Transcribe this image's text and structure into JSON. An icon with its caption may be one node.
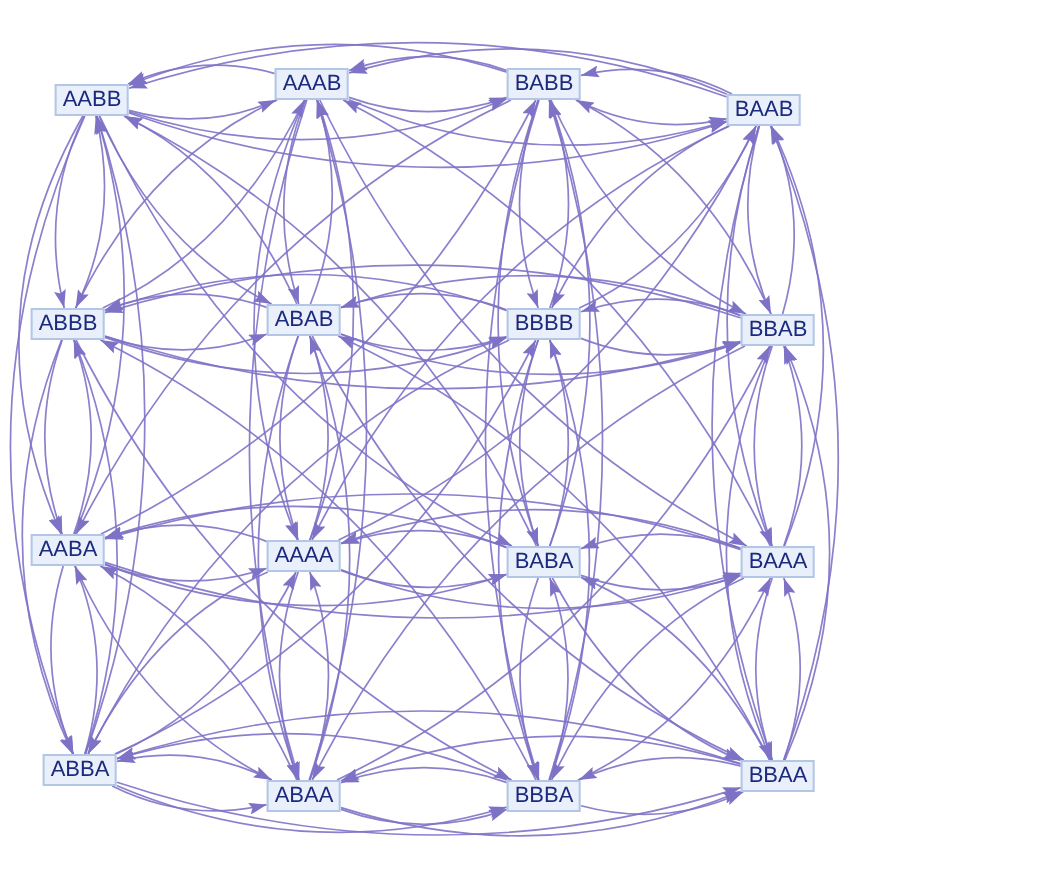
{
  "diagram": {
    "nodes": [
      {
        "text": [
          "AABB"
        ]
      },
      {
        "text": [
          "AAAB"
        ]
      },
      {
        "text": [
          "BABB"
        ]
      },
      {
        "text": [
          "BAAB"
        ]
      },
      {
        "text": [
          "ABBB"
        ]
      },
      {
        "text": [
          "ABAB"
        ]
      },
      {
        "text": [
          "BBBB"
        ]
      },
      {
        "text": [
          "BBAB"
        ]
      },
      {
        "text": [
          "AABA"
        ]
      },
      {
        "text": [
          "AAAA"
        ]
      },
      {
        "text": [
          "BABA"
        ]
      },
      {
        "text": [
          "BAAA"
        ]
      },
      {
        "text": [
          "ABBA"
        ]
      },
      {
        "text": [
          "ABAA"
        ]
      },
      {
        "text": [
          "BBBA"
        ]
      },
      {
        "text": [
          "BBAA"
        ]
      }
    ],
    "edges": [
      {
        "from": 0,
        "to": 1,
        "arrow": "to"
      },
      {
        "from": 0,
        "to": 2,
        "arrow": "to"
      },
      {
        "from": 0,
        "to": 3,
        "arrow": "to"
      },
      {
        "from": 0,
        "to": 4,
        "arrow": "to"
      },
      {
        "from": 0,
        "to": 8,
        "arrow": "to"
      },
      {
        "from": 0,
        "to": 12,
        "arrow": "to"
      },
      {
        "from": 0,
        "to": 5,
        "arrow": "to"
      },
      {
        "from": 0,
        "to": 10,
        "arrow": "to"
      },
      {
        "from": 1,
        "to": 0,
        "arrow": "to"
      },
      {
        "from": 1,
        "to": 3,
        "arrow": "to"
      },
      {
        "from": 1,
        "to": 2,
        "arrow": "to"
      },
      {
        "from": 1,
        "to": 5,
        "arrow": "to"
      },
      {
        "from": 1,
        "to": 9,
        "arrow": "to"
      },
      {
        "from": 1,
        "to": 13,
        "arrow": "to"
      },
      {
        "from": 1,
        "to": 4,
        "arrow": "to"
      },
      {
        "from": 1,
        "to": 11,
        "arrow": "to"
      },
      {
        "from": 2,
        "to": 3,
        "arrow": "to"
      },
      {
        "from": 2,
        "to": 0,
        "arrow": "to"
      },
      {
        "from": 2,
        "to": 1,
        "arrow": "to"
      },
      {
        "from": 2,
        "to": 6,
        "arrow": "to"
      },
      {
        "from": 2,
        "to": 10,
        "arrow": "to"
      },
      {
        "from": 2,
        "to": 14,
        "arrow": "to"
      },
      {
        "from": 2,
        "to": 7,
        "arrow": "to"
      },
      {
        "from": 2,
        "to": 8,
        "arrow": "to"
      },
      {
        "from": 3,
        "to": 2,
        "arrow": "to"
      },
      {
        "from": 3,
        "to": 1,
        "arrow": "to"
      },
      {
        "from": 3,
        "to": 0,
        "arrow": "to"
      },
      {
        "from": 3,
        "to": 7,
        "arrow": "to"
      },
      {
        "from": 3,
        "to": 11,
        "arrow": "to"
      },
      {
        "from": 3,
        "to": 15,
        "arrow": "to"
      },
      {
        "from": 3,
        "to": 6,
        "arrow": "to"
      },
      {
        "from": 3,
        "to": 9,
        "arrow": "to"
      },
      {
        "from": 4,
        "to": 5,
        "arrow": "to"
      },
      {
        "from": 4,
        "to": 6,
        "arrow": "to"
      },
      {
        "from": 4,
        "to": 7,
        "arrow": "to"
      },
      {
        "from": 4,
        "to": 0,
        "arrow": "to"
      },
      {
        "from": 4,
        "to": 12,
        "arrow": "to"
      },
      {
        "from": 4,
        "to": 8,
        "arrow": "to"
      },
      {
        "from": 4,
        "to": 1,
        "arrow": "to"
      },
      {
        "from": 4,
        "to": 14,
        "arrow": "to"
      },
      {
        "from": 5,
        "to": 4,
        "arrow": "to"
      },
      {
        "from": 5,
        "to": 7,
        "arrow": "to"
      },
      {
        "from": 5,
        "to": 6,
        "arrow": "to"
      },
      {
        "from": 5,
        "to": 1,
        "arrow": "to"
      },
      {
        "from": 5,
        "to": 13,
        "arrow": "to"
      },
      {
        "from": 5,
        "to": 9,
        "arrow": "to"
      },
      {
        "from": 5,
        "to": 0,
        "arrow": "to"
      },
      {
        "from": 5,
        "to": 15,
        "arrow": "to"
      },
      {
        "from": 6,
        "to": 7,
        "arrow": "to"
      },
      {
        "from": 6,
        "to": 4,
        "arrow": "to"
      },
      {
        "from": 6,
        "to": 5,
        "arrow": "to"
      },
      {
        "from": 6,
        "to": 2,
        "arrow": "to"
      },
      {
        "from": 6,
        "to": 14,
        "arrow": "to"
      },
      {
        "from": 6,
        "to": 10,
        "arrow": "to"
      },
      {
        "from": 6,
        "to": 3,
        "arrow": "to"
      },
      {
        "from": 6,
        "to": 12,
        "arrow": "to"
      },
      {
        "from": 7,
        "to": 6,
        "arrow": "to"
      },
      {
        "from": 7,
        "to": 5,
        "arrow": "to"
      },
      {
        "from": 7,
        "to": 4,
        "arrow": "to"
      },
      {
        "from": 7,
        "to": 3,
        "arrow": "to"
      },
      {
        "from": 7,
        "to": 15,
        "arrow": "to"
      },
      {
        "from": 7,
        "to": 11,
        "arrow": "to"
      },
      {
        "from": 7,
        "to": 2,
        "arrow": "to"
      },
      {
        "from": 7,
        "to": 13,
        "arrow": "to"
      },
      {
        "from": 8,
        "to": 9,
        "arrow": "to"
      },
      {
        "from": 8,
        "to": 10,
        "arrow": "to"
      },
      {
        "from": 8,
        "to": 11,
        "arrow": "to"
      },
      {
        "from": 8,
        "to": 12,
        "arrow": "to"
      },
      {
        "from": 8,
        "to": 0,
        "arrow": "to"
      },
      {
        "from": 8,
        "to": 4,
        "arrow": "to"
      },
      {
        "from": 8,
        "to": 13,
        "arrow": "to"
      },
      {
        "from": 8,
        "to": 2,
        "arrow": "to"
      },
      {
        "from": 9,
        "to": 8,
        "arrow": "to"
      },
      {
        "from": 9,
        "to": 11,
        "arrow": "to"
      },
      {
        "from": 9,
        "to": 10,
        "arrow": "to"
      },
      {
        "from": 9,
        "to": 13,
        "arrow": "to"
      },
      {
        "from": 9,
        "to": 1,
        "arrow": "to"
      },
      {
        "from": 9,
        "to": 5,
        "arrow": "to"
      },
      {
        "from": 9,
        "to": 12,
        "arrow": "to"
      },
      {
        "from": 9,
        "to": 3,
        "arrow": "to"
      },
      {
        "from": 10,
        "to": 11,
        "arrow": "to"
      },
      {
        "from": 10,
        "to": 8,
        "arrow": "to"
      },
      {
        "from": 10,
        "to": 9,
        "arrow": "to"
      },
      {
        "from": 10,
        "to": 14,
        "arrow": "to"
      },
      {
        "from": 10,
        "to": 2,
        "arrow": "to"
      },
      {
        "from": 10,
        "to": 6,
        "arrow": "to"
      },
      {
        "from": 10,
        "to": 15,
        "arrow": "to"
      },
      {
        "from": 10,
        "to": 0,
        "arrow": "to"
      },
      {
        "from": 11,
        "to": 10,
        "arrow": "to"
      },
      {
        "from": 11,
        "to": 9,
        "arrow": "to"
      },
      {
        "from": 11,
        "to": 8,
        "arrow": "to"
      },
      {
        "from": 11,
        "to": 15,
        "arrow": "to"
      },
      {
        "from": 11,
        "to": 3,
        "arrow": "to"
      },
      {
        "from": 11,
        "to": 7,
        "arrow": "to"
      },
      {
        "from": 11,
        "to": 14,
        "arrow": "to"
      },
      {
        "from": 11,
        "to": 1,
        "arrow": "to"
      },
      {
        "from": 12,
        "to": 13,
        "arrow": "to"
      },
      {
        "from": 12,
        "to": 14,
        "arrow": "to"
      },
      {
        "from": 12,
        "to": 15,
        "arrow": "to"
      },
      {
        "from": 12,
        "to": 8,
        "arrow": "to"
      },
      {
        "from": 12,
        "to": 4,
        "arrow": "to"
      },
      {
        "from": 12,
        "to": 0,
        "arrow": "to"
      },
      {
        "from": 12,
        "to": 9,
        "arrow": "to"
      },
      {
        "from": 12,
        "to": 6,
        "arrow": "to"
      },
      {
        "from": 13,
        "to": 12,
        "arrow": "to"
      },
      {
        "from": 13,
        "to": 15,
        "arrow": "to"
      },
      {
        "from": 13,
        "to": 14,
        "arrow": "to"
      },
      {
        "from": 13,
        "to": 9,
        "arrow": "to"
      },
      {
        "from": 13,
        "to": 5,
        "arrow": "to"
      },
      {
        "from": 13,
        "to": 1,
        "arrow": "to"
      },
      {
        "from": 13,
        "to": 8,
        "arrow": "to"
      },
      {
        "from": 13,
        "to": 7,
        "arrow": "to"
      },
      {
        "from": 14,
        "to": 15,
        "arrow": "to"
      },
      {
        "from": 14,
        "to": 12,
        "arrow": "to"
      },
      {
        "from": 14,
        "to": 13,
        "arrow": "to"
      },
      {
        "from": 14,
        "to": 10,
        "arrow": "to"
      },
      {
        "from": 14,
        "to": 6,
        "arrow": "to"
      },
      {
        "from": 14,
        "to": 2,
        "arrow": "to"
      },
      {
        "from": 14,
        "to": 11,
        "arrow": "to"
      },
      {
        "from": 14,
        "to": 4,
        "arrow": "to"
      },
      {
        "from": 15,
        "to": 14,
        "arrow": "to"
      },
      {
        "from": 15,
        "to": 13,
        "arrow": "to"
      },
      {
        "from": 15,
        "to": 12,
        "arrow": "to"
      },
      {
        "from": 15,
        "to": 11,
        "arrow": "to"
      },
      {
        "from": 15,
        "to": 7,
        "arrow": "to"
      },
      {
        "from": 15,
        "to": 3,
        "arrow": "to"
      },
      {
        "from": 15,
        "to": 10,
        "arrow": "to"
      },
      {
        "from": 15,
        "to": 5,
        "arrow": "to"
      }
    ]
  }
}
